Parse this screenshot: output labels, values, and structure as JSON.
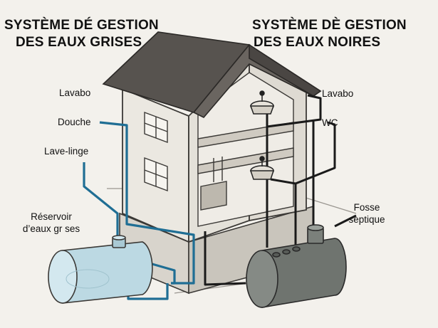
{
  "grey_water": {
    "title_line1": "SYSTÈME DÉ GESTION",
    "title_line2": "DES EAUX GRISES",
    "labels": {
      "lavabo": "Lavabo",
      "douche": "Douche",
      "lave_linge": "Lave-linge",
      "reservoir_line1": "Réservoir",
      "reservoir_line2": "d’eaux gr ses"
    }
  },
  "black_water": {
    "title_line1": "SYSTÈME DÈ GESTION",
    "title_line2": "DES EAUX NOIRES",
    "labels": {
      "lavabo": "Lavabo",
      "wc": "WC",
      "fosse_line1": "Fosse",
      "fosse_line2": "septique"
    }
  },
  "colors": {
    "grey_pipe": "#1f6e94",
    "black_pipe": "#1a1a1a",
    "grey_tank": "#bcd9e3",
    "septic_tank": "#6f746f",
    "roof": "#55514d",
    "wall": "#e9e6df",
    "background": "#f3f1ec"
  }
}
